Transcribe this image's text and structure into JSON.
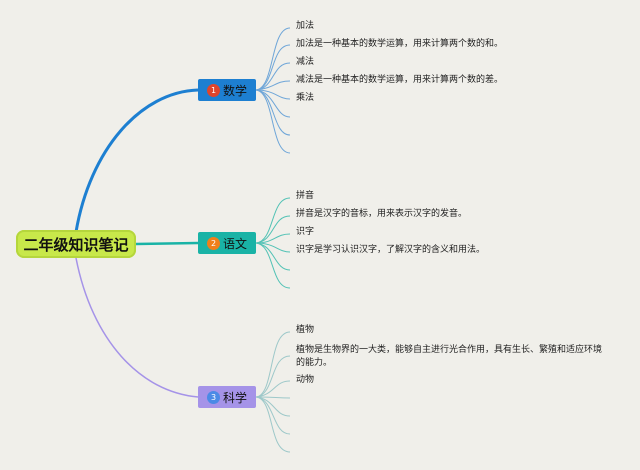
{
  "root": {
    "label": "二年级知识笔记"
  },
  "colors": {
    "background": "#f0efea",
    "root_fill": "#c8e84a",
    "math": "#1d7fd1",
    "chinese": "#19b3a6",
    "science": "#a593e8"
  },
  "branches": [
    {
      "label": "数学",
      "number_icon": "number-1-icon",
      "leaves": [
        "加法",
        "加法是一种基本的数学运算，用来计算两个数的和。",
        "减法",
        "减法是一种基本的数学运算，用来计算两个数的差。",
        "乘法"
      ]
    },
    {
      "label": "语文",
      "number_icon": "number-2-icon",
      "leaves": [
        "拼音",
        "拼音是汉字的音标，用来表示汉字的发音。",
        "识字",
        "识字是学习认识汉字，了解汉字的含义和用法。"
      ]
    },
    {
      "label": "科学",
      "number_icon": "number-3-icon",
      "leaves": [
        "植物",
        "植物是生物界的一大类，能够自主进行光合作用，具有生长、繁殖和适应环境的能力。",
        "动物"
      ]
    }
  ]
}
